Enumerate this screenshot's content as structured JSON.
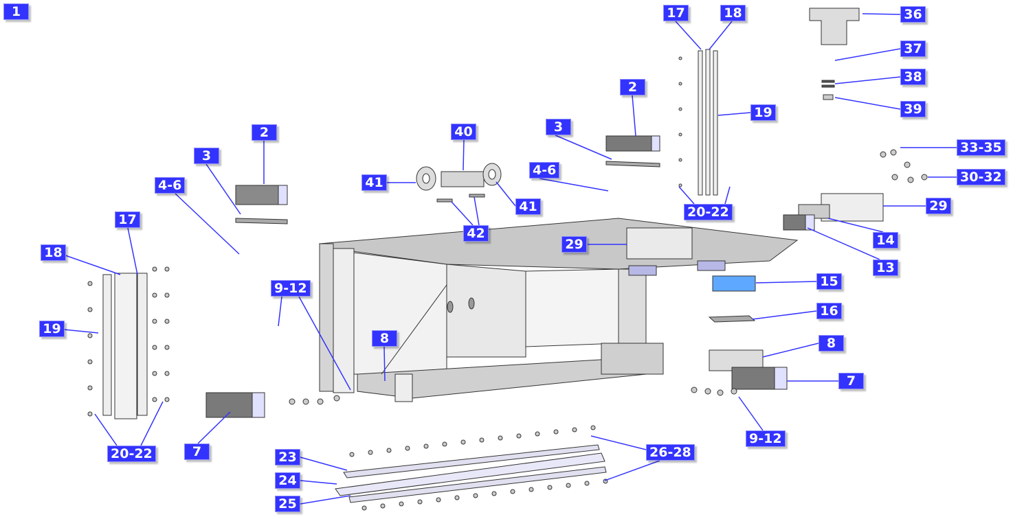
{
  "diagram": {
    "page_number": "1",
    "colors": {
      "label_bg": "#3333ff",
      "leader_line": "#3333ff",
      "part_fill": "#d9d9d9",
      "part_dark": "#7a7a7a",
      "accent_part": "#5fa8ff"
    },
    "callouts": {
      "c1": "1",
      "c36": "36",
      "c37": "37",
      "c38": "38",
      "c39": "39",
      "c33_35": "33-35",
      "c30_32": "30-32",
      "c29_right": "29",
      "c14": "14",
      "c13": "13",
      "c15": "15",
      "c16": "16",
      "c8_right": "8",
      "c7_right": "7",
      "c9_12_right": "9-12",
      "c17_top": "17",
      "c18_top": "18",
      "c19_top": "19",
      "c20_22_top": "20-22",
      "c2_right": "2",
      "c3_right": "3",
      "c4_6_right": "4-6",
      "c29_center": "29",
      "c40": "40",
      "c41_left": "41",
      "c41_right": "41",
      "c42": "42",
      "c2_left": "2",
      "c3_left": "3",
      "c4_6_left": "4-6",
      "c17_left": "17",
      "c18_left": "18",
      "c19_left": "19",
      "c9_12_left": "9-12",
      "c8_left": "8",
      "c7_left": "7",
      "c20_22_bottom": "20-22",
      "c23": "23",
      "c24": "24",
      "c25": "25",
      "c26_28": "26-28"
    }
  }
}
